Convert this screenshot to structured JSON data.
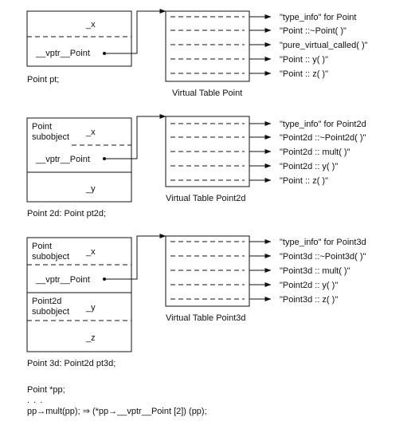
{
  "point": {
    "x_label": "_x",
    "vptr_label": "__vptr__Point",
    "caption": "Point pt;",
    "vtable_caption": "Virtual Table Point",
    "vtable_entries": [
      "\"type_info\" for Point",
      "\"Point ::~Point( )\"",
      "\"pure_virtual_called( )\"",
      "\"Point :: y( )\"",
      "\"Point :: z( )\""
    ]
  },
  "point2d": {
    "subobject_label": "Point\nsubobject",
    "x_label": "_x",
    "vptr_label": "__vptr__Point",
    "y_label": "_y",
    "caption": "Point 2d: Point pt2d;",
    "vtable_caption": "Virtual Table Point2d",
    "vtable_entries": [
      "\"type_info\" for Point2d",
      "\"Point2d ::~Point2d( )\"",
      "\"Point2d :: mult( )\"",
      "\"Point2d :: y( )\"",
      "\"Point :: z( )\""
    ]
  },
  "point3d": {
    "subobject_label": "Point\nsubobject",
    "x_label": "_x",
    "vptr_label": "__vptr__Point",
    "subobject2_label": "Point2d\nsubobject",
    "y_label": "_y",
    "z_label": "_z",
    "caption": "Point 3d: Point2d pt3d;",
    "vtable_caption": "Virtual Table Point3d",
    "vtable_entries": [
      "\"type_info\" for Point3d",
      "\"Point3d ::~Point3d( )\"",
      "\"Point3d :: mult( )\"",
      "\"Point2d :: y( )\"",
      "\"Point3d :: z( )\""
    ]
  },
  "code": {
    "line1": "Point *pp;",
    "line2": ". . .",
    "line3": "pp→mult(pp); ⇒ (*pp→__vptr__Point [2]) (pp);"
  }
}
